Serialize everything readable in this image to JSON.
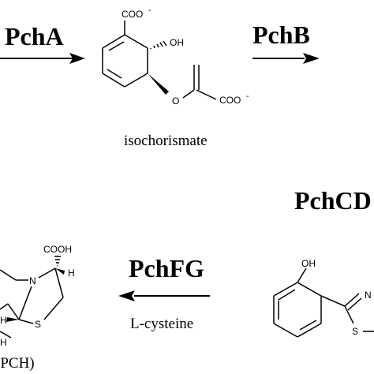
{
  "enzymes": {
    "pcha": "PchA",
    "pchb": "PchB",
    "pchcd": "PchCD",
    "pchfg": "PchFG"
  },
  "compounds": {
    "isochorismate": "isochorismate",
    "pch_label": "(PCH)"
  },
  "reagents": {
    "lcysteine": "L-cysteine"
  },
  "atoms": {
    "coo_top": "COO",
    "oh_top": "OH",
    "o_ether": "O",
    "coo_right": "COO",
    "cooh": "COOH",
    "n_ring": "N",
    "s_ring": "S",
    "h_right": "H",
    "h_left": "H",
    "h_bottom": "H",
    "oh_phenol": "OH",
    "n_thiazoline": "N",
    "s_thiazoline": "S"
  },
  "charges": {
    "minus": "-"
  }
}
